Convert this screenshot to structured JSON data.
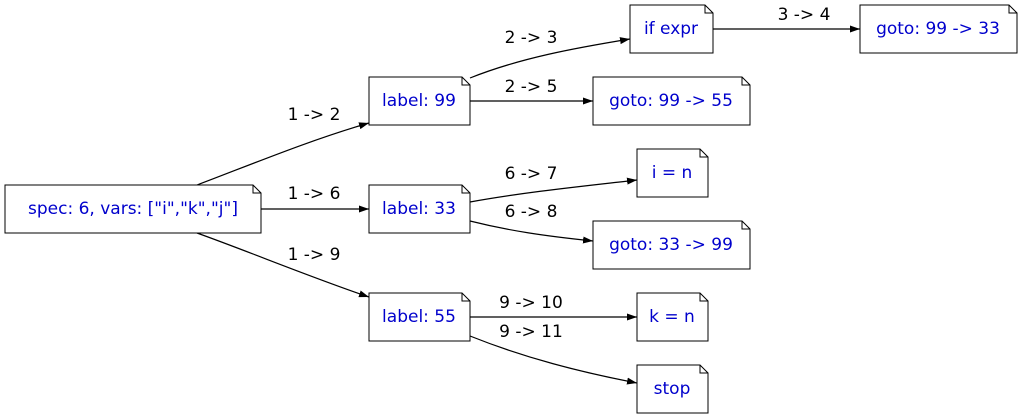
{
  "colors": {
    "node_text": "#0000cc",
    "line": "#000000",
    "background": "#ffffff"
  },
  "nodes": {
    "n1": "spec: 6, vars: [\"i\",\"k\",\"j\"]",
    "n2": "label: 99",
    "n3": "if expr",
    "n4": "goto: 99 -> 33",
    "n5": "goto: 99 -> 55",
    "n6": "label: 33",
    "n7": "i = n",
    "n8": "goto: 33 -> 99",
    "n9": "label: 55",
    "n10": "k = n",
    "n11": "stop"
  },
  "edges": {
    "e1_2": "1 -> 2",
    "e1_6": "1 -> 6",
    "e1_9": "1 -> 9",
    "e2_3": "2 -> 3",
    "e2_5": "2 -> 5",
    "e3_4": "3 -> 4",
    "e6_7": "6 -> 7",
    "e6_8": "6 -> 8",
    "e9_10": "9 -> 10",
    "e9_11": "9 -> 11"
  }
}
